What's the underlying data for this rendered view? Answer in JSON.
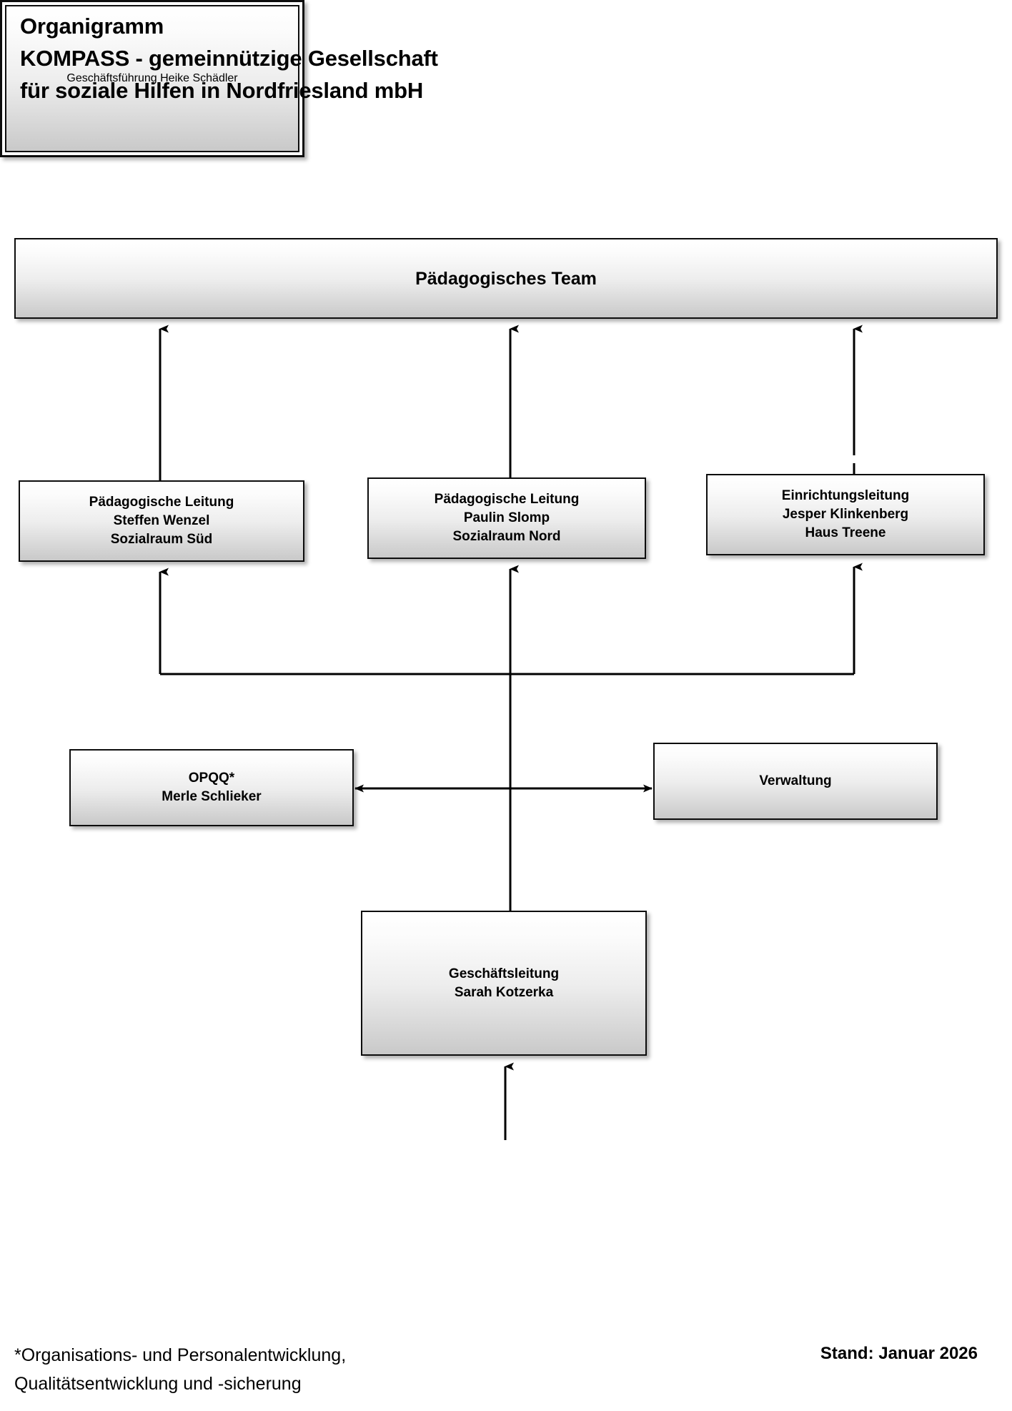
{
  "document": {
    "title_lines": [
      "Organigramm",
      "KOMPASS - gemeinnützige Gesellschaft",
      "für soziale Hilfen in Nordfriesland mbH"
    ]
  },
  "chart_data": {
    "type": "diagram",
    "diagram_kind": "organizational-chart",
    "title": "Organigramm KOMPASS - gemeinnützige Gesellschaft für soziale Hilfen in Nordfriesland mbH",
    "orientation": "bottom-up",
    "nodes": [
      {
        "id": "team",
        "role": "Pädagogisches Team",
        "person": "",
        "extra": "",
        "level": 0,
        "style": "gradient-box"
      },
      {
        "id": "leitung-sued",
        "role": "Pädagogische Leitung",
        "person": "Steffen Wenzel",
        "extra": "Sozialraum Süd",
        "level": 1,
        "style": "gradient-box"
      },
      {
        "id": "leitung-nord",
        "role": "Pädagogische Leitung",
        "person": "Paulin Slomp",
        "extra": "Sozialraum Nord",
        "level": 1,
        "style": "gradient-box"
      },
      {
        "id": "einrichtungsleitung",
        "role": "Einrichtungsleitung",
        "person": "Jesper Klinkenberg",
        "extra": "Haus Treene",
        "level": 1,
        "style": "gradient-box"
      },
      {
        "id": "opqq",
        "role": "OPQQ*",
        "person": "Merle Schlieker",
        "extra": "",
        "level": 2,
        "style": "gradient-box"
      },
      {
        "id": "verwaltung",
        "role": "Verwaltung",
        "person": "",
        "extra": "",
        "level": 2,
        "style": "gradient-box"
      },
      {
        "id": "geschaeftsleitung",
        "role": "Geschäftsleitung",
        "person": "Sarah Kotzerka",
        "extra": "",
        "level": 3,
        "style": "gradient-box"
      },
      {
        "id": "geschaeftsfuehrung",
        "role": "Geschäftsführung",
        "person": "Heike Schädler",
        "extra": "",
        "level": 4,
        "style": "double-border-box"
      }
    ],
    "edges": [
      {
        "from": "leitung-sued",
        "to": "team",
        "arrow": "single"
      },
      {
        "from": "leitung-nord",
        "to": "team",
        "arrow": "single"
      },
      {
        "from": "einrichtungsleitung",
        "to": "team",
        "arrow": "single"
      },
      {
        "from": "geschaeftsleitung",
        "to": "leitung-sued",
        "arrow": "single"
      },
      {
        "from": "geschaeftsleitung",
        "to": "leitung-nord",
        "arrow": "single"
      },
      {
        "from": "geschaeftsleitung",
        "to": "einrichtungsleitung",
        "arrow": "single"
      },
      {
        "from": "opqq",
        "to": "verwaltung",
        "arrow": "double"
      },
      {
        "from": "geschaeftsfuehrung",
        "to": "geschaeftsleitung",
        "arrow": "single"
      }
    ]
  },
  "nodes": {
    "team": {
      "line1": "Pädagogisches Team"
    },
    "leitung_sued": {
      "text": "Pädagogische Leitung\nSteffen Wenzel\nSozialraum Süd"
    },
    "leitung_nord": {
      "text": "Pädagogische Leitung\nPaulin Slomp\nSozialraum Nord"
    },
    "einrichtungsleitung": {
      "text": "Einrichtungsleitung\nJesper Klinkenberg\nHaus Treene"
    },
    "opqq": {
      "text": "OPQQ*\nMerle Schlieker"
    },
    "verwaltung": {
      "text": "Verwaltung"
    },
    "geschaeftsleitung": {
      "text": "Geschäftsleitung\nSarah Kotzerka"
    },
    "geschaeftsfuehrung": {
      "text": "Geschäftsführung\nHeike Schädler"
    }
  },
  "footer": {
    "footnote_line1": "*Organisations- und Personalentwicklung,",
    "footnote_line2": "Qualitätsentwicklung und -sicherung",
    "stand": "Stand: Januar 2026"
  },
  "colors": {
    "background": "#ffffff",
    "text": "#000000",
    "box_border": "#0d0d0d",
    "box_gradient_top": "#ffffff",
    "box_gradient_bottom": "#c9c9c9",
    "connector": "#000000"
  }
}
